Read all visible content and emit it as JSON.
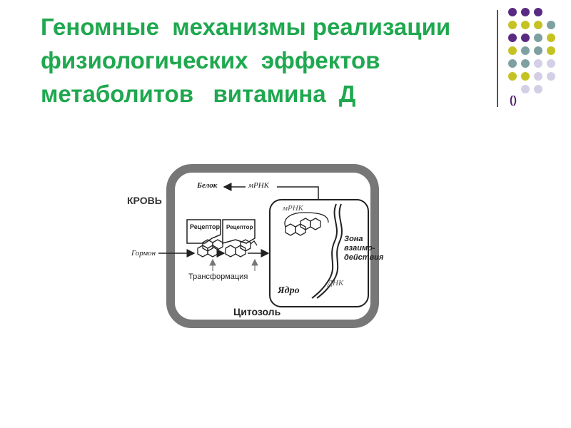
{
  "title": {
    "line1": "Геномные  механизмы реализации",
    "line2": "физиологических  эффектов",
    "line3": "метаболитов   витамина  Д"
  },
  "decor": {
    "paren_text": "()",
    "colors": {
      "title": "#1fa84f",
      "purple": "#5a2a82",
      "teal": "#7fa0a0",
      "olive": "#c5c223",
      "lavender": "#d4cfe6"
    }
  },
  "diagram": {
    "blood": "КРОВЬ",
    "protein": "Белок",
    "mrna_cytosol": "мРНК",
    "hormone": "Гормон",
    "receptor1": "Рецептор",
    "receptor2": "Рецептор",
    "transformation": "Трансформация",
    "mrna_nucleus": "мРНК",
    "zone_line1": "Зона",
    "zone_line2": "взаимо-",
    "zone_line3": "действия",
    "dna": "ДНК",
    "nucleus": "Ядро",
    "cytosol": "Цитозоль"
  }
}
